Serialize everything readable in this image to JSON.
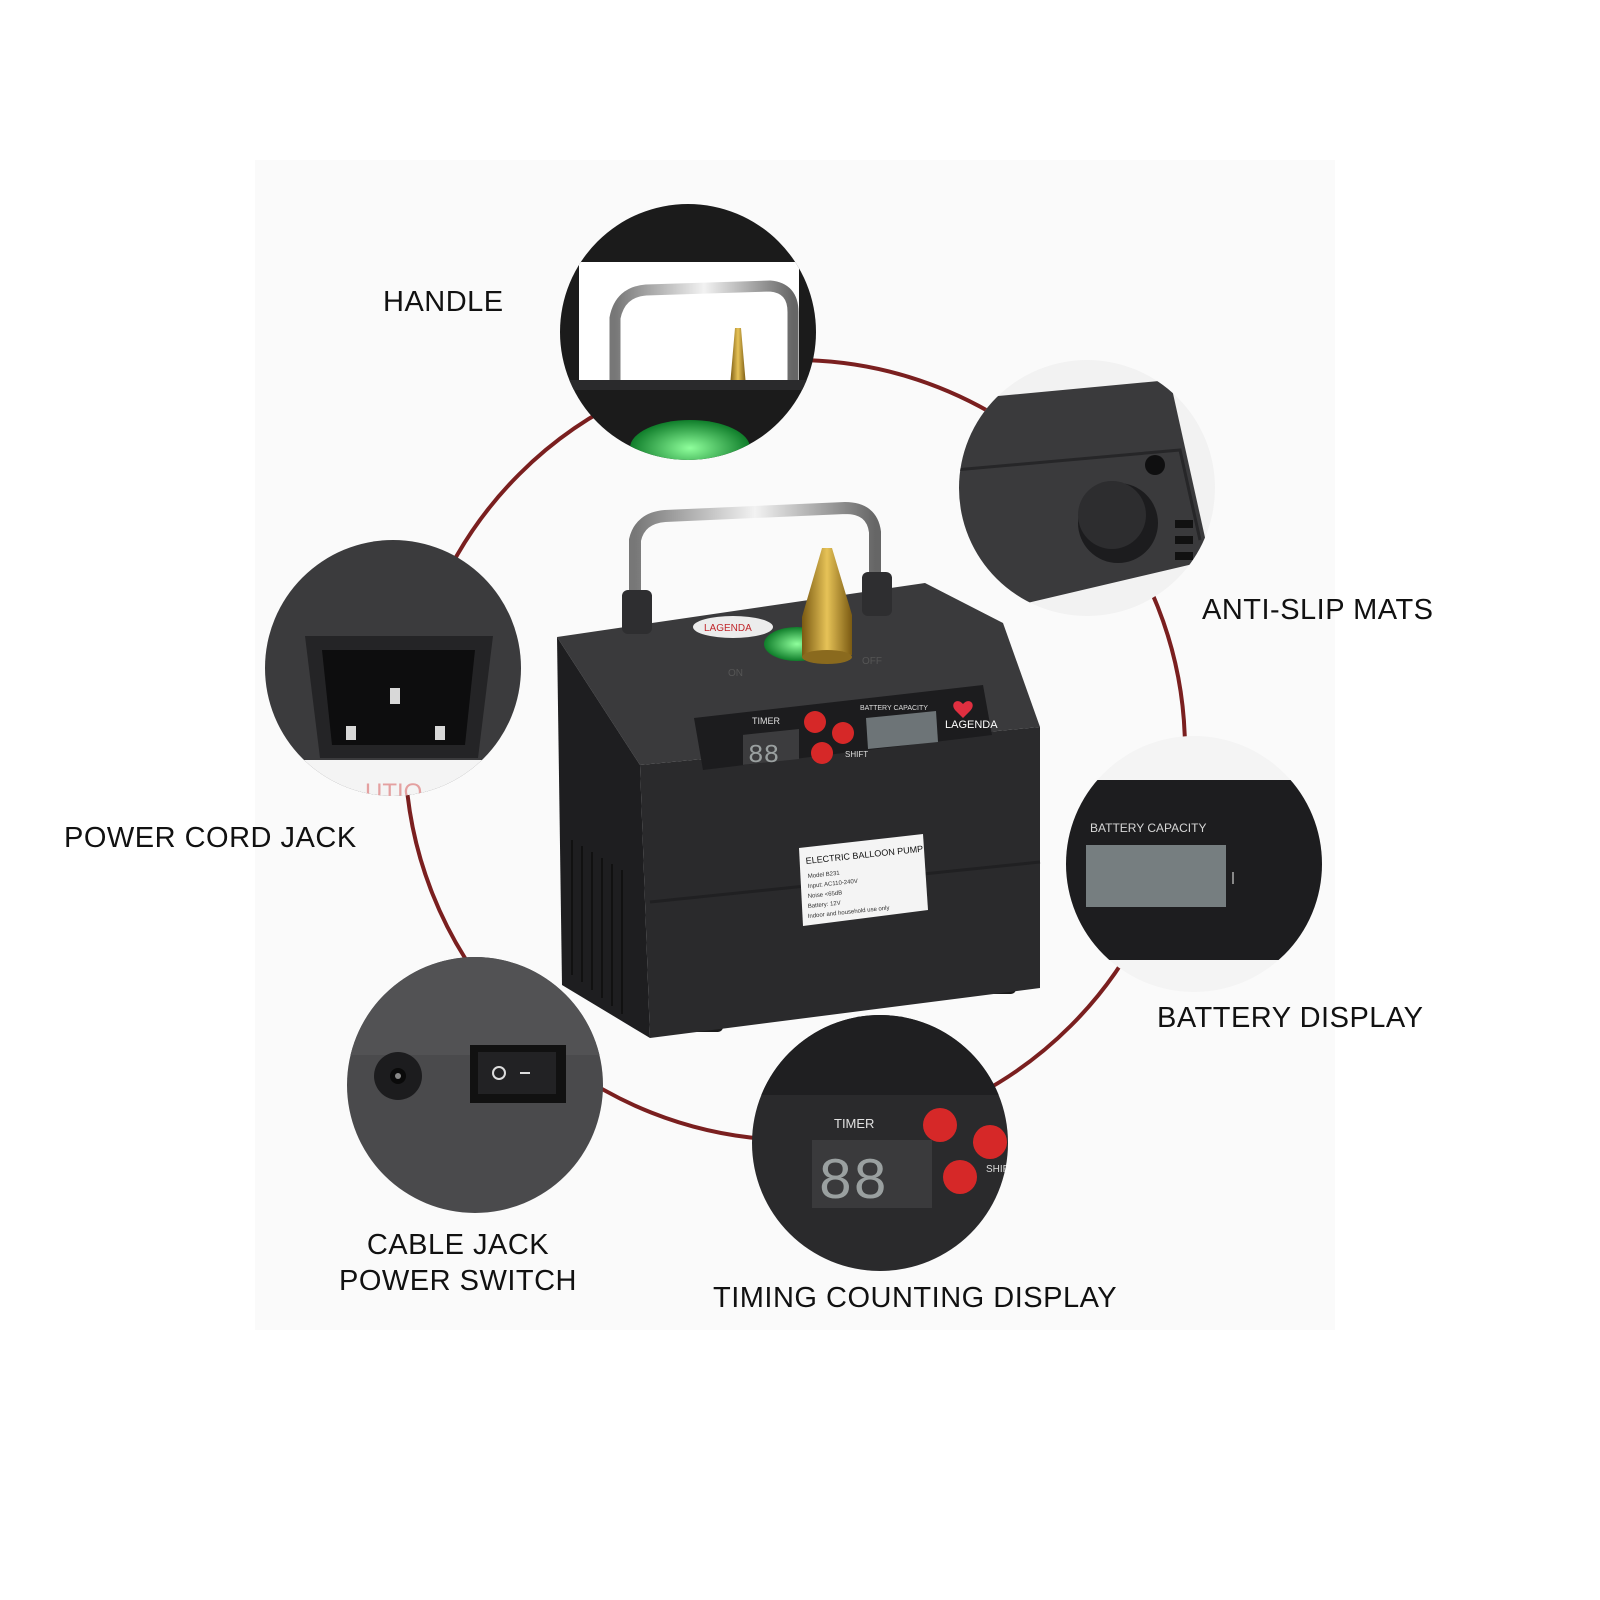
{
  "callouts": {
    "handle": "HANDLE",
    "anti_slip": "ANTI-SLIP MATS",
    "power_cord": "POWER CORD JACK",
    "battery_display": "BATTERY DISPLAY",
    "cable_jack_line1": "CABLE JACK",
    "cable_jack_line2": "POWER SWITCH",
    "timing": "TIMING COUNTING DISPLAY"
  },
  "product": {
    "brand": "LAGENDA",
    "timer_label": "TIMER",
    "battery_label": "BATTERY CAPACITY",
    "shift_label": "SHIFT",
    "switch_on": "ON",
    "switch_off": "OFF",
    "label_title": "ELECTRIC BALLOON PUMP",
    "label_lines": [
      "Model B231",
      "Input: AC110-240V",
      "Noise <65dB",
      "Battery: 12V",
      "Indoor and household use only"
    ]
  },
  "colors": {
    "ring": "#7a1f1f",
    "body": "#2b2b2d",
    "accent_green": "#2ecc55",
    "brass": "#c9a23a",
    "button_red": "#d62828"
  }
}
